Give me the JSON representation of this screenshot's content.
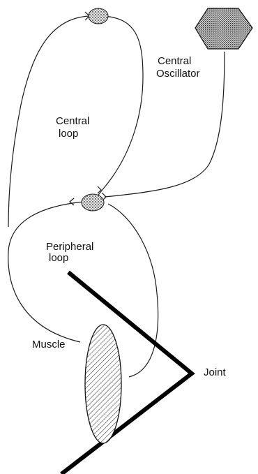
{
  "labels": {
    "central_oscillator_line1": "Central",
    "central_oscillator_line2": "Oscillator",
    "central_loop_line1": "Central",
    "central_loop_line2": "loop",
    "peripheral_loop_line1": "Peripheral",
    "peripheral_loop_line2": "loop",
    "muscle": "Muscle",
    "joint": "Joint"
  },
  "colors": {
    "line": "#1a1a1a",
    "limb": "#000000",
    "text": "#111111",
    "background": "#ffffff"
  },
  "icons": {
    "oscillator": "hexagon-stippled",
    "neuron": "ellipse-stippled",
    "muscle": "ellipse-hatched"
  }
}
